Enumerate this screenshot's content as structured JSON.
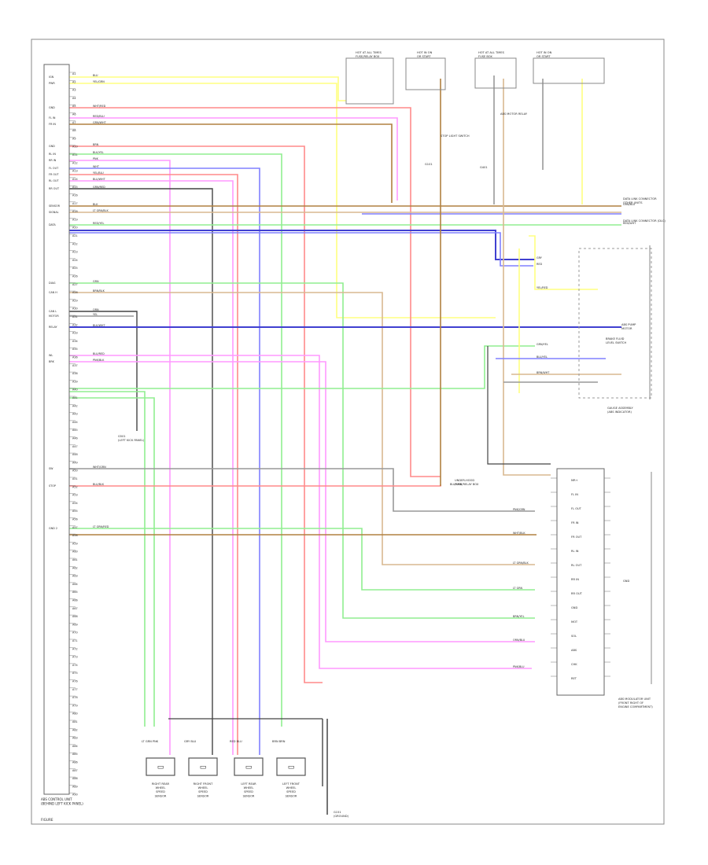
{
  "diagram": {
    "footer_code": "FIGURE",
    "modules": {
      "ecu_label": [
        "ABS CONTROL UNIT",
        "(BEHIND LEFT KICK PANEL)"
      ],
      "ecu_pins": [
        "A1",
        "A2",
        "A3",
        "A4",
        "A5",
        "A6",
        "A7",
        "A8",
        "A9",
        "A10",
        "A11",
        "A12",
        "A13",
        "A14",
        "A15",
        "A16",
        "A17",
        "A18",
        "A19",
        "A20",
        "A21",
        "A22",
        "A23",
        "A24",
        "A25",
        "A26",
        "A27",
        "A28",
        "A29",
        "A30",
        "A31",
        "A32",
        "A33",
        "A34",
        "A35",
        "A36",
        "A37",
        "A38",
        "A39",
        "A40",
        "A41",
        "A42",
        "A43",
        "A44",
        "A45",
        "A46",
        "A47",
        "A48",
        "A49",
        "A50",
        "A51",
        "A52",
        "A53",
        "A54",
        "A55",
        "A56",
        "A57",
        "A58",
        "A59",
        "A60",
        "A61",
        "A62",
        "A63",
        "A64",
        "A65",
        "A66",
        "A67",
        "A68",
        "A69",
        "A70",
        "A71",
        "A72",
        "A73",
        "A74",
        "A75",
        "A76",
        "A77",
        "A78",
        "A79",
        "A80",
        "A81",
        "A82",
        "A83",
        "A84",
        "A85",
        "A86",
        "A87",
        "A88",
        "A89",
        "A90"
      ],
      "ecu_pin_labels": [
        "IGN",
        "PWR",
        "GND",
        "FL IN",
        "FR IN",
        "GND",
        "RL IN",
        "RR IN",
        "FL OUT",
        "FR OUT",
        "RL OUT",
        "RR OUT",
        "SENSOR",
        "SIGNAL",
        "DATA",
        "DIAG",
        "CAN H",
        "CAN L",
        "MOTOR",
        "RELAY",
        "WL",
        "BRK",
        "SW",
        "STOP",
        "GND 2"
      ],
      "junction_top_1": [
        "HOT AT ALL TIMES",
        "FUSE/RELAY BOX"
      ],
      "junction_top_2": [
        "HOT IN ON",
        "OR START"
      ],
      "junction_top_3": [
        "HOT AT ALL TIMES",
        "FUSE BOX"
      ],
      "junction_top_4": [
        "HOT IN ON",
        "OR START"
      ],
      "right_labels": [
        "DATA LINK CONNECTOR",
        "OTHER UNITS"
      ],
      "data_link": [
        "DATA LINK CONNECTOR (DLC)"
      ],
      "fuse_box": [
        "UNDER-HOOD",
        "FUSE/RELAY BOX"
      ],
      "motor_relay": [
        "ABS MOTOR RELAY"
      ],
      "stop_switch": [
        "STOP LIGHT SWITCH"
      ],
      "pump_motor": [
        "ABS PUMP",
        "MOTOR"
      ],
      "ground_g1": [
        "G101"
      ],
      "ground_g2": [
        "G401"
      ],
      "modulator_label": [
        "ABS MODULATOR UNIT",
        "(FRONT RIGHT OF",
        "ENGINE COMPARTMENT)"
      ],
      "modulator_pins": [
        "MR+",
        "FL IN",
        "FL OUT",
        "FR IN",
        "FR OUT",
        "RL IN",
        "RL OUT",
        "RR IN",
        "RR OUT",
        "GND",
        "MOT",
        "SOL",
        "ABS",
        "CHK",
        "RET"
      ],
      "modulator_ground": [
        "GND"
      ],
      "bottom_ground": [
        "G151",
        "(GROUND)"
      ],
      "cluster_label": [
        "GAUGE ASSEMBLY",
        "(ABS INDICATOR)"
      ],
      "brake_switch": [
        "BRAKE FLUID",
        "LEVEL SWITCH"
      ],
      "kick_ground": [
        "G501",
        "(LEFT KICK PANEL)"
      ]
    },
    "wire_labels": [
      "BLU",
      "YEL/GRN",
      "WHT/RED",
      "RED/BLU",
      "GRN/WHT",
      "BRN",
      "BLK/YEL",
      "PNK",
      "WHT",
      "YEL/BLU",
      "BLU/WHT",
      "GRN/RED",
      "BLK",
      "LT GRN/BLK",
      "RED/YEL",
      "GRN",
      "BRN/BLK",
      "ORN",
      "YEL",
      "BLK/WHT",
      "BLU/RED",
      "PNK/BLK",
      "WHT/GRN",
      "BLU/BLK",
      "LT GRN/RED",
      "GRY",
      "RED",
      "YEL/RED",
      "GRN/YEL",
      "BLU/YEL",
      "BRN/WHT",
      "PNK/GRN",
      "WHT/BLK",
      "LT GRN/BLK",
      "LT GRN",
      "BRN/YEL",
      "ORN/BLU",
      "PNK/BLU",
      "BLU/ORN",
      "GRN/BLU",
      "RED/WHT"
    ],
    "sensors": [
      {
        "lines": [
          "RIGHT REAR",
          "WHEEL",
          "SPEED",
          "SENSOR"
        ],
        "wires": "LT GRN  PNK"
      },
      {
        "lines": [
          "RIGHT FRONT",
          "WHEEL",
          "SPEED",
          "SENSOR"
        ],
        "wires": "GRY  BLU"
      },
      {
        "lines": [
          "LEFT REAR",
          "WHEEL",
          "SPEED",
          "SENSOR"
        ],
        "wires": "RED  BLU"
      },
      {
        "lines": [
          "LEFT FRONT",
          "WHEEL",
          "SPEED",
          "SENSOR"
        ],
        "wires": "BRN  BRN"
      }
    ]
  },
  "colors": {
    "red": "#ff8a8a",
    "pink": "#ff99ff",
    "yellow": "#ffff80",
    "green": "#90ee90",
    "blue": "#8080ff",
    "darkblue": "#4040d0",
    "tan": "#d8b890",
    "brown": "#b08040",
    "gray": "#999999",
    "black": "#444444"
  }
}
